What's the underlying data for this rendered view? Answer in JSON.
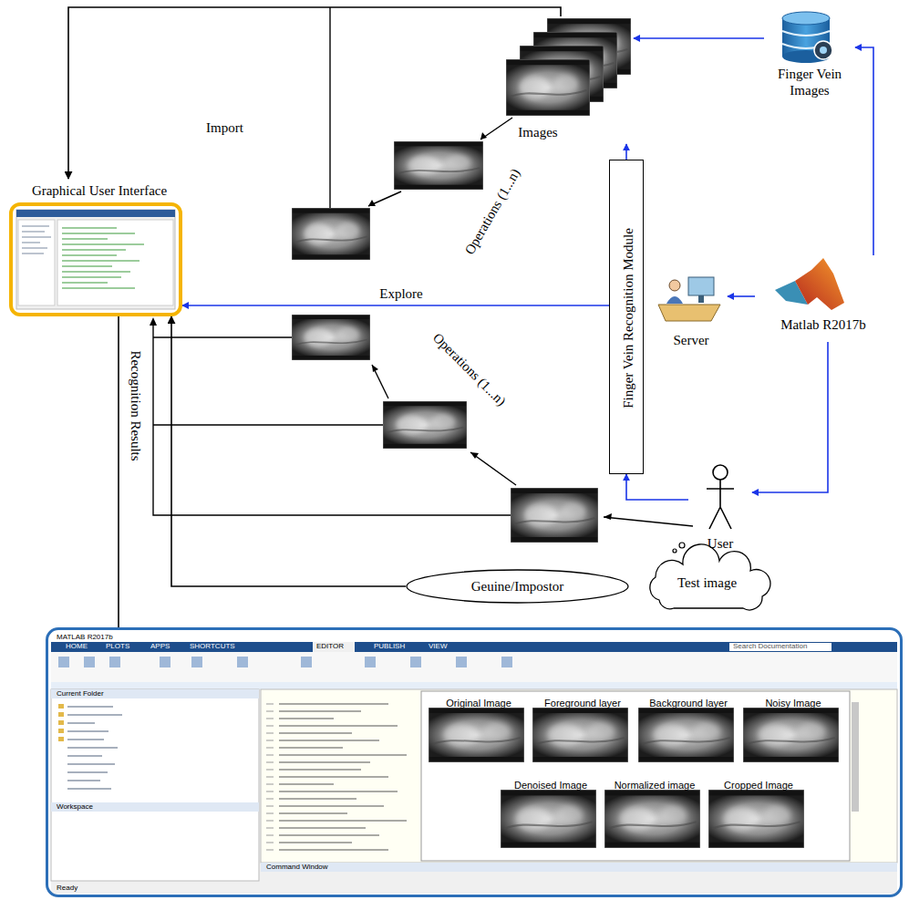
{
  "diagram": {
    "nodes": [
      {
        "text": [
          "Graphical User Interface"
        ]
      },
      {
        "text": [
          "Images"
        ]
      },
      {
        "text": [
          "Finger Vein Images"
        ]
      },
      {
        "text": [
          "Finger Vein Recognition Module"
        ]
      },
      {
        "text": [
          "Server"
        ]
      },
      {
        "text": [
          "Matlab R2017b"
        ]
      },
      {
        "text": [
          "User"
        ]
      },
      {
        "text": [
          "Geuine/Impostor"
        ]
      },
      {
        "text": [
          "Test image"
        ]
      },
      {
        "text": [
          "Original Image",
          "Foreground layer",
          "Background layer",
          "Noisy Image",
          "Denoised Image",
          "Normalized image",
          "Cropped Image"
        ]
      }
    ],
    "edges": [
      {
        "from": 5,
        "to": 2,
        "arrow": "to"
      },
      {
        "from": 5,
        "to": 4,
        "arrow": "to"
      },
      {
        "from": 5,
        "to": 6,
        "arrow": "to"
      },
      {
        "from": 2,
        "to": 1,
        "arrow": "to"
      },
      {
        "from": 3,
        "to": 1,
        "arrow": "to"
      },
      {
        "from": 3,
        "to": 0,
        "label": "Explore",
        "arrow": "to"
      },
      {
        "from": 6,
        "to": 3,
        "arrow": "to"
      },
      {
        "from": 1,
        "to": 0,
        "arrow": "to"
      },
      {
        "from": 7,
        "to": 0,
        "arrow": "to"
      },
      {
        "from": 0,
        "to": 9,
        "label": "Recognition Results",
        "arrow": "none"
      }
    ],
    "labels": [
      "Import",
      "Operations (1...n)",
      "Operations (1...n)",
      "MATLAB R2017b",
      "HOME",
      "PLOTS",
      "APPS",
      "SHORTCUTS",
      "EDITOR",
      "PUBLISH",
      "VIEW",
      "Search Documentation",
      "Current Folder",
      "Workspace",
      "Command Window",
      "Ready"
    ]
  }
}
